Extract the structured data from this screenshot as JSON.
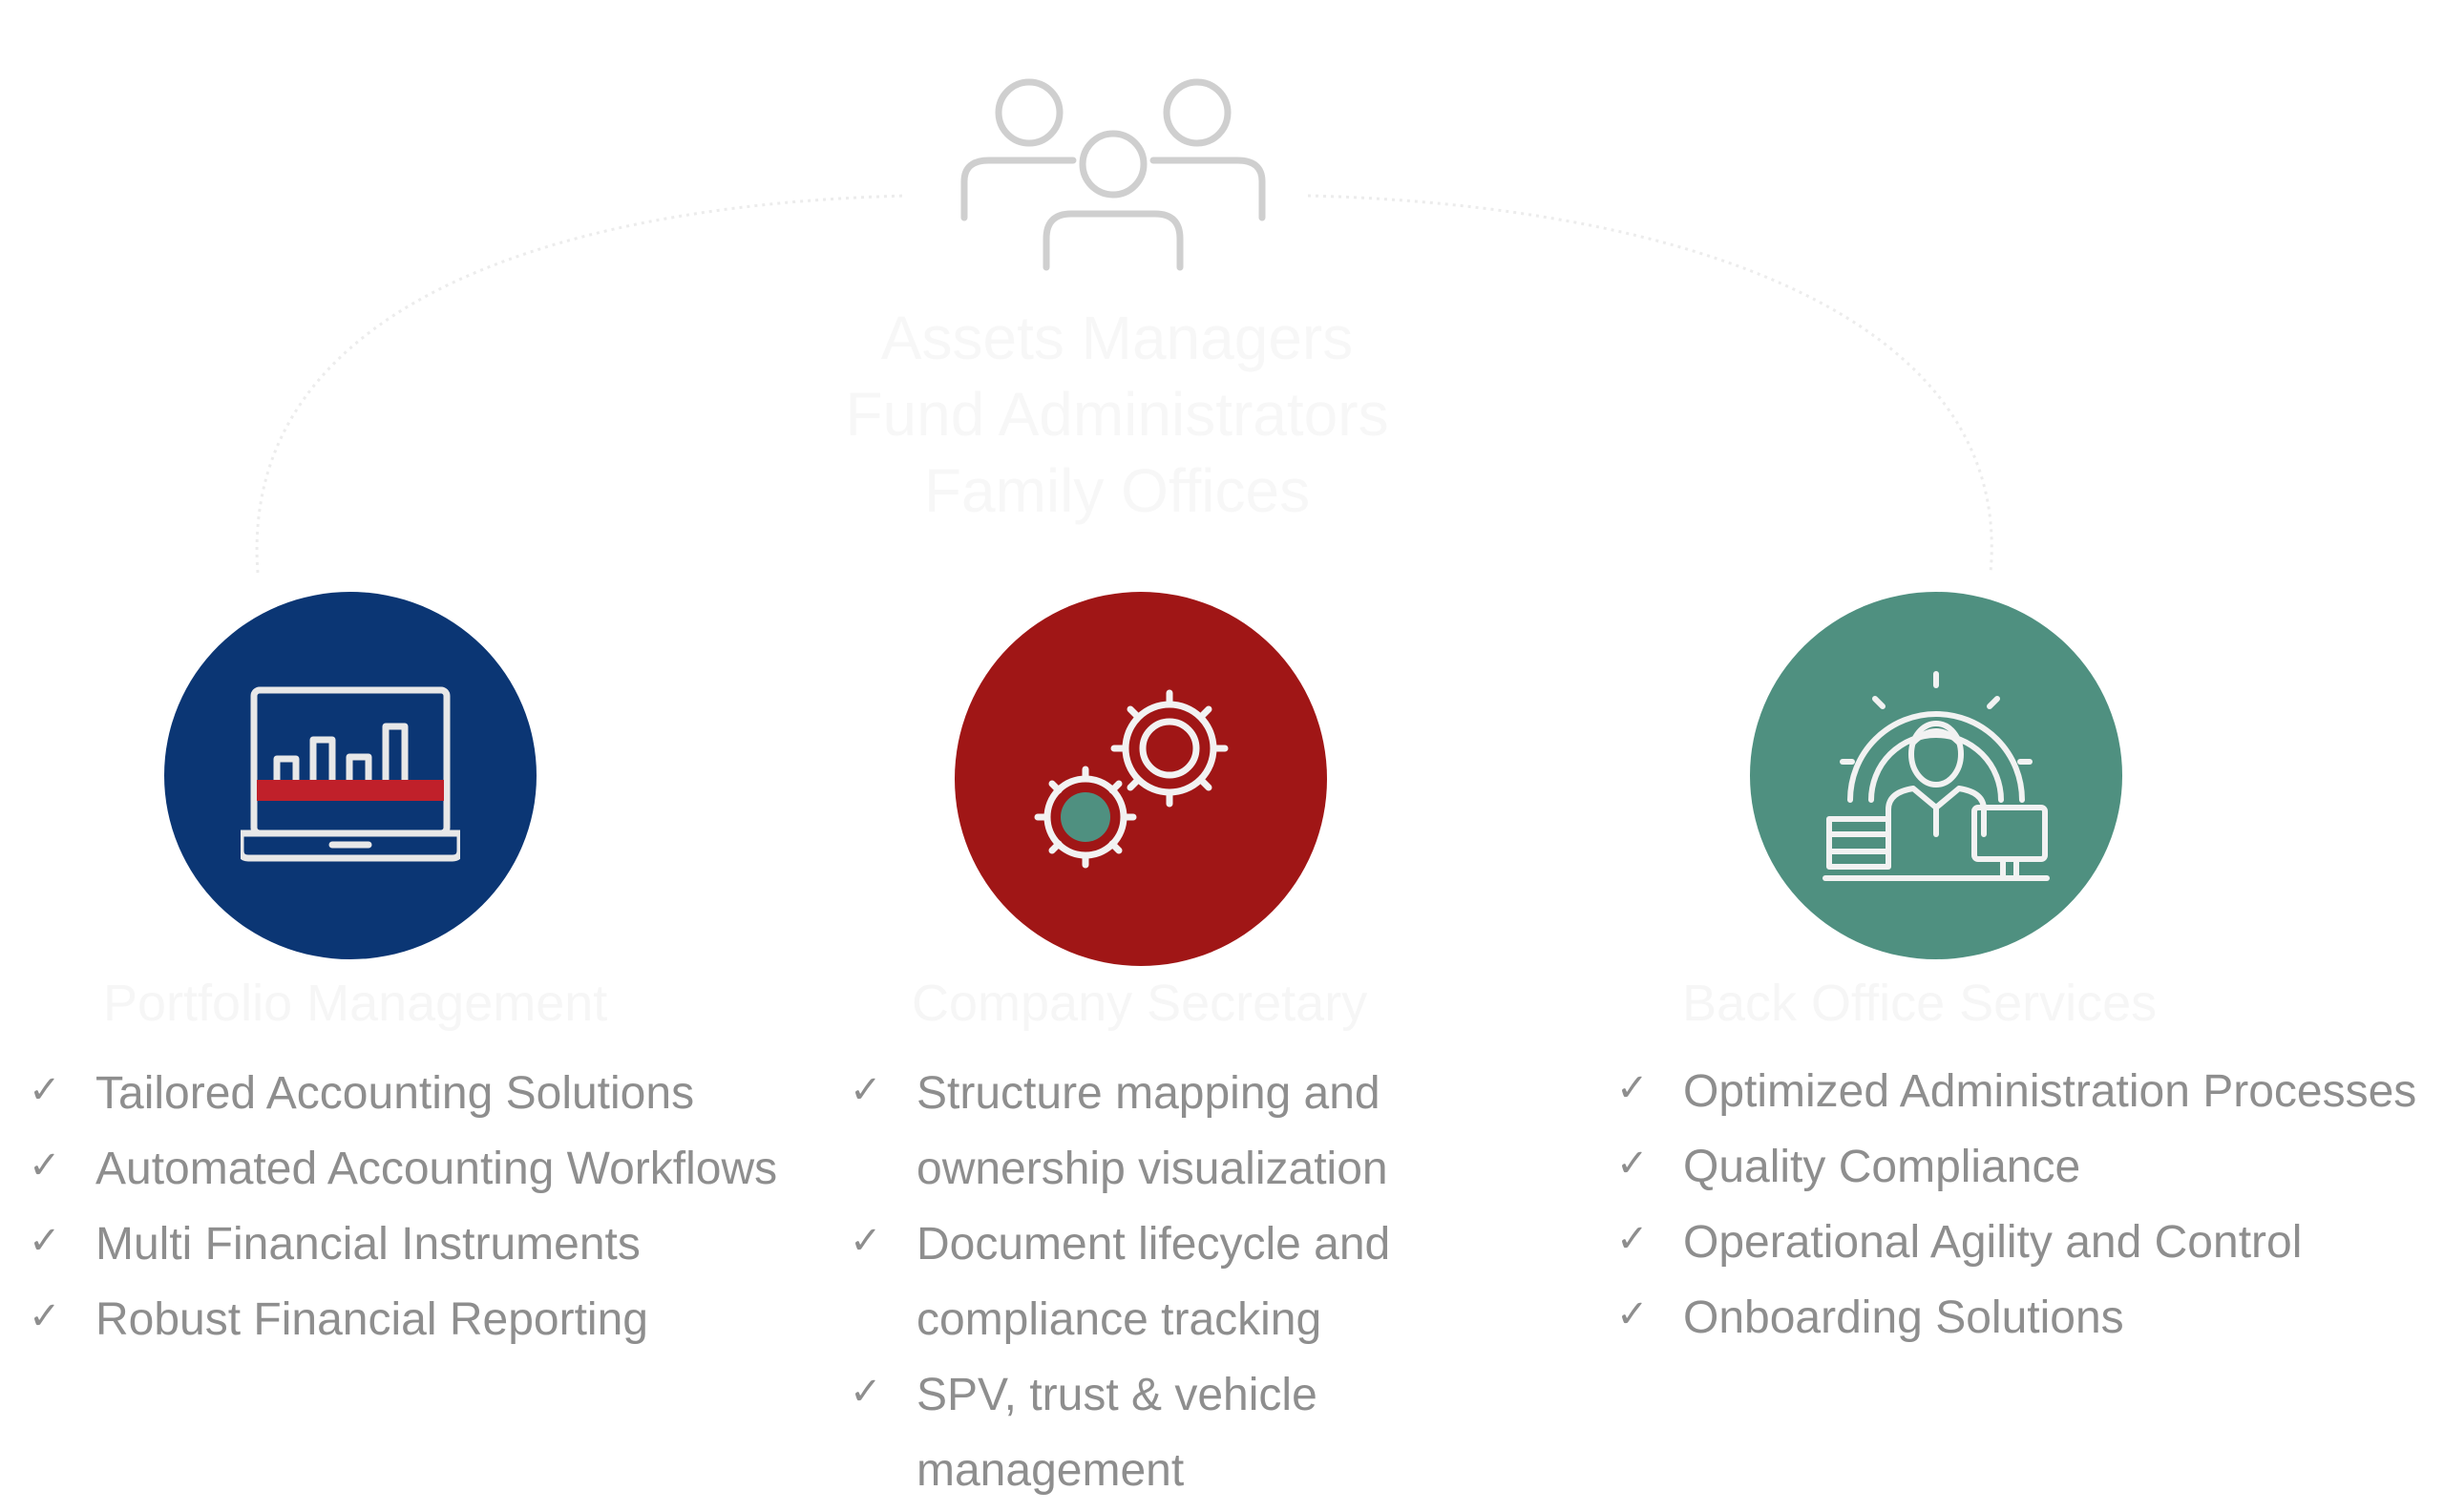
{
  "top": {
    "icon": "people-group-icon",
    "labels": [
      "Assets Managers",
      "Fund Administrators",
      "Family Offices"
    ]
  },
  "columns": [
    {
      "key": "portfolio",
      "icon": "laptop-bar-chart-icon",
      "color": "#0b3674",
      "title": "Portfolio Management",
      "items": [
        "Tailored Accounting Solutions",
        "Automated Accounting Workflows",
        "Multi Financial Instruments",
        "Robust Financial Reporting"
      ]
    },
    {
      "key": "company",
      "icon": "gears-icon",
      "color": "#a01616",
      "title": "Company Secretary",
      "items": [
        "Structure mapping and ownership visualization",
        "Document lifecycle and compliance tracking",
        "SPV, trust & vehicle management"
      ]
    },
    {
      "key": "backoffice",
      "icon": "operator-workstation-icon",
      "color": "#4f9080",
      "title": "Back Office Services",
      "items": [
        "Optimized Administration Processes",
        "Quality Compliance",
        "Operational Agility and Control",
        "Onboarding Solutions"
      ]
    }
  ],
  "check_glyph": "✓",
  "colors": {
    "text_grey": "#8e8e8e",
    "accent_red": "#c0202a",
    "accent_teal": "#4f9080"
  }
}
